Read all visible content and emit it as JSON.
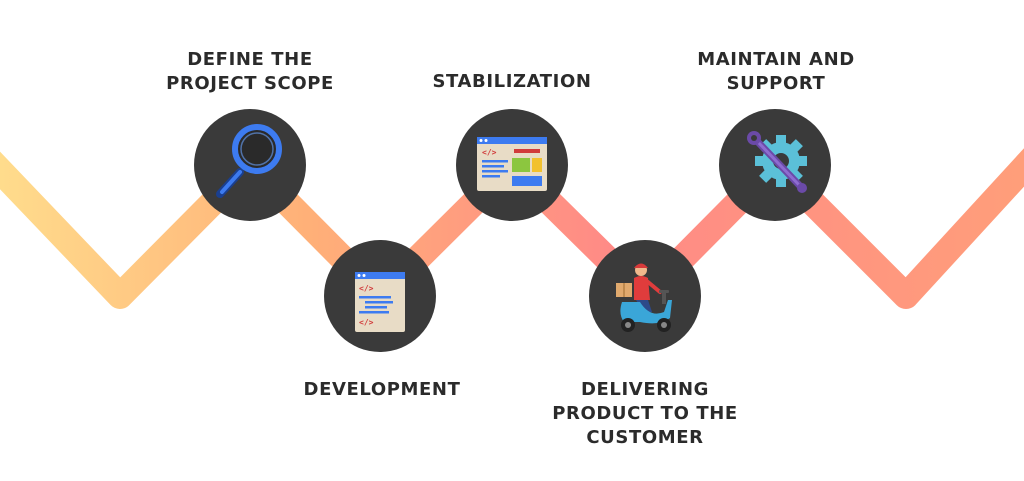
{
  "steps": [
    {
      "id": "define-scope",
      "label_lines": [
        "DEFINE THE",
        "PROJECT SCOPE"
      ],
      "icon": "magnifying-glass-icon"
    },
    {
      "id": "development",
      "label_lines": [
        "DEVELOPMENT"
      ],
      "icon": "code-document-icon"
    },
    {
      "id": "stabilization",
      "label_lines": [
        "STABILIZATION"
      ],
      "icon": "browser-window-icon"
    },
    {
      "id": "delivering",
      "label_lines": [
        "DELIVERING",
        "PRODUCT TO THE",
        "CUSTOMER"
      ],
      "icon": "delivery-scooter-icon"
    },
    {
      "id": "maintain",
      "label_lines": [
        "MAINTAIN AND",
        "SUPPORT"
      ],
      "icon": "wrench-gear-icon"
    }
  ],
  "colors": {
    "path_start": "#FFD98A",
    "path_mid": "#FF8C8C",
    "path_end": "#FF9E7A",
    "node_fill": "#3A3A3A",
    "label_text": "#2B2B2B"
  }
}
